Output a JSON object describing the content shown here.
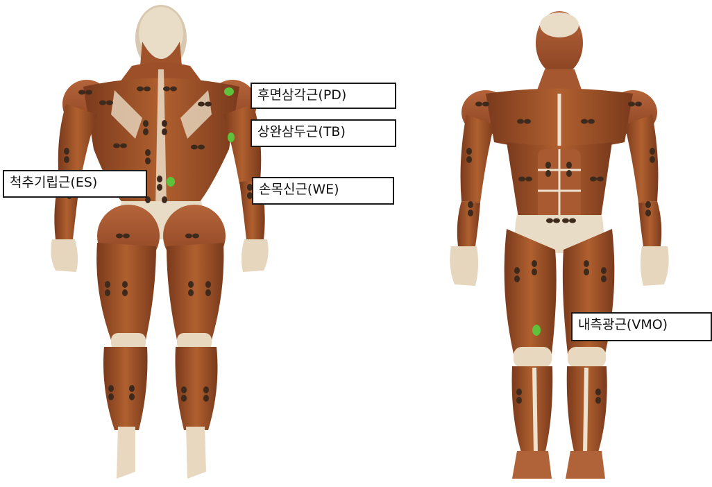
{
  "colors": {
    "muscle": "#a0532b",
    "muscle_dark": "#7a3a1c",
    "tendon": "#efe3cf",
    "electrode_pair": "#3e2a1c",
    "electrode_highlight": "#5ec23a",
    "label_border": "#1a1a1a"
  },
  "labels": {
    "posterior_deltoid": "후면삼각근(PD)",
    "triceps_brachii": "상완삼두근(TB)",
    "erector_spinae": "척추기립근(ES)",
    "wrist_extensor": "손목신근(WE)",
    "vastus_medialis_oblique": "내측광근(VMO)"
  }
}
